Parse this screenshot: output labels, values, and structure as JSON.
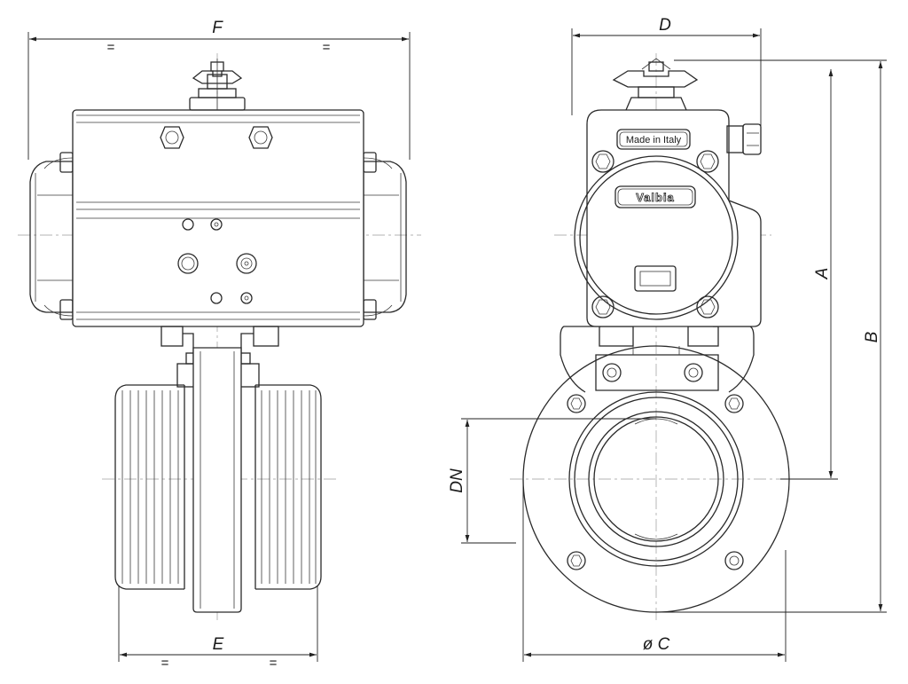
{
  "dimensions": {
    "F": "F",
    "D": "D",
    "A": "A",
    "B": "B",
    "DN": "DN",
    "E": "E",
    "C": "ø C",
    "equal": "="
  },
  "nameplate": {
    "origin": "Made in Italy",
    "brand": "Valbia"
  }
}
